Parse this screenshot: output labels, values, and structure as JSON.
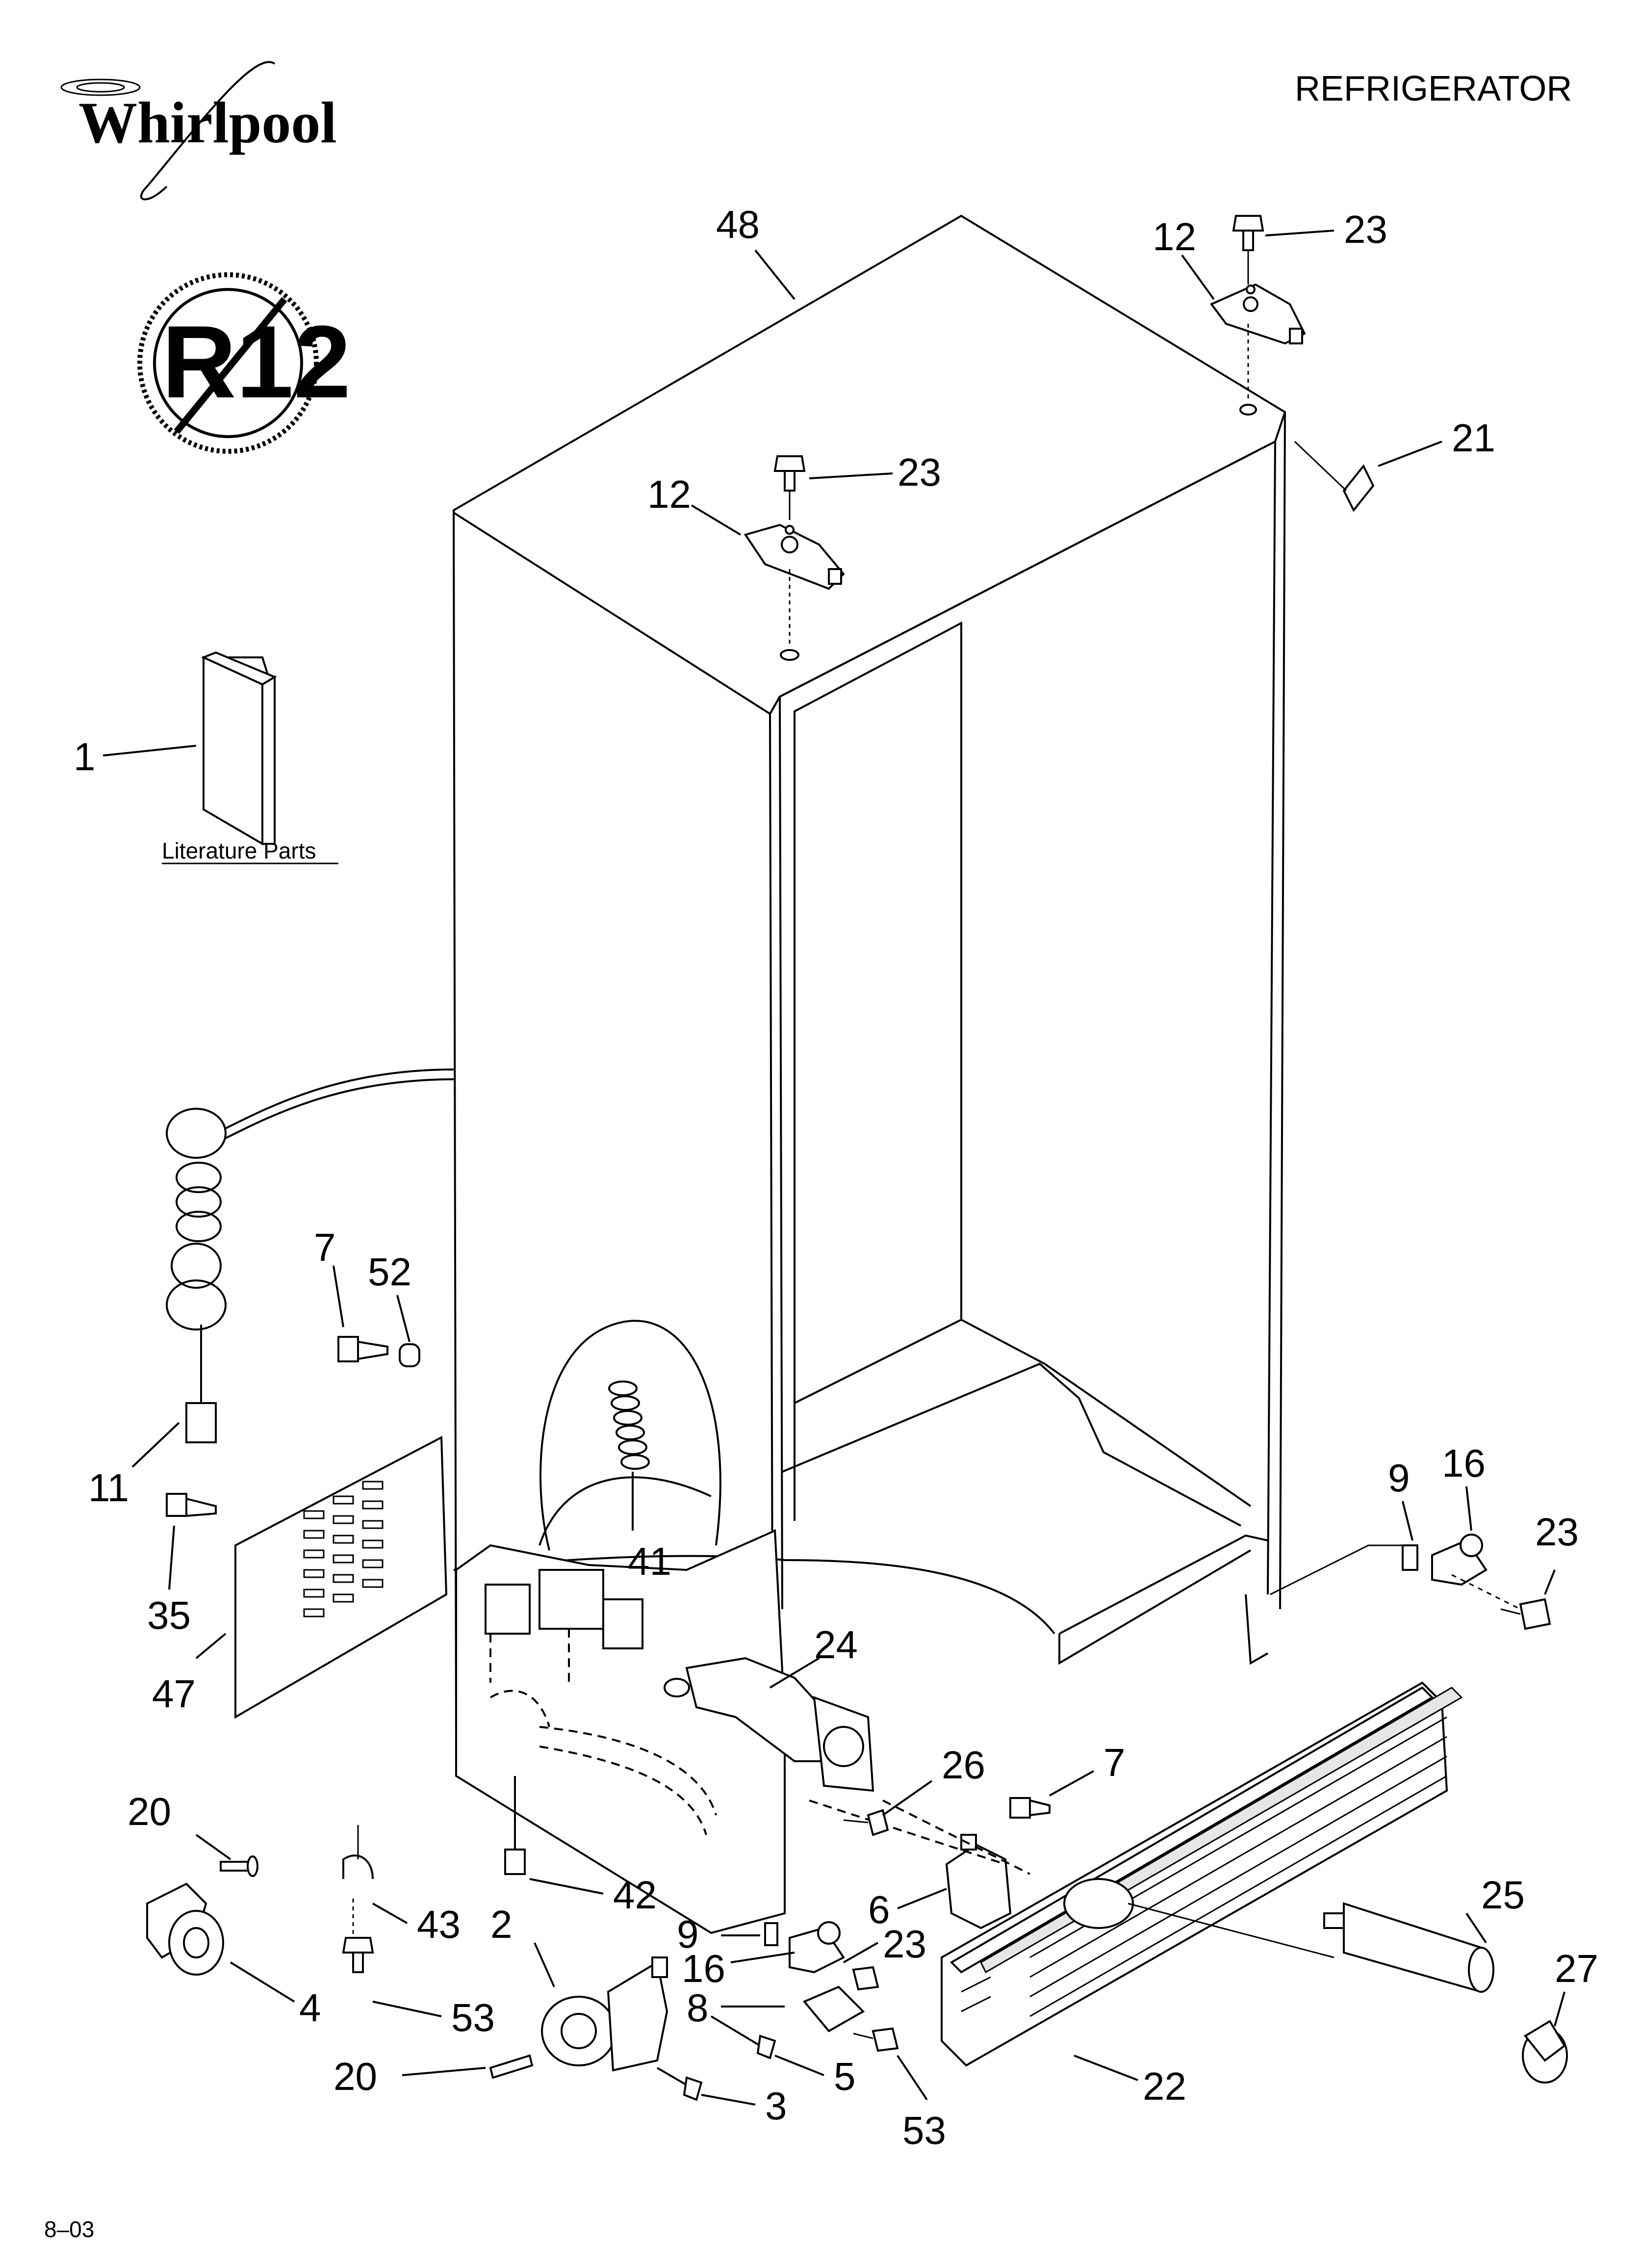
{
  "header": {
    "brand": "Whirlpool",
    "title": "REFRIGERATOR",
    "badge_text": "R12",
    "literature_label": "Literature Parts",
    "footer_code": "8–03"
  },
  "callouts": [
    {
      "id": "c48",
      "text": "48"
    },
    {
      "id": "c12a",
      "text": "12"
    },
    {
      "id": "c23a",
      "text": "23"
    },
    {
      "id": "c21",
      "text": "21"
    },
    {
      "id": "c12b",
      "text": "12"
    },
    {
      "id": "c23b",
      "text": "23"
    },
    {
      "id": "c1",
      "text": "1"
    },
    {
      "id": "c7a",
      "text": "7"
    },
    {
      "id": "c52",
      "text": "52"
    },
    {
      "id": "c11",
      "text": "11"
    },
    {
      "id": "c41",
      "text": "41"
    },
    {
      "id": "c35",
      "text": "35"
    },
    {
      "id": "c47",
      "text": "47"
    },
    {
      "id": "c9a",
      "text": "9"
    },
    {
      "id": "c16a",
      "text": "16"
    },
    {
      "id": "c23c",
      "text": "23"
    },
    {
      "id": "c24",
      "text": "24"
    },
    {
      "id": "c26",
      "text": "26"
    },
    {
      "id": "c7b",
      "text": "7"
    },
    {
      "id": "c20a",
      "text": "20"
    },
    {
      "id": "c42",
      "text": "42"
    },
    {
      "id": "c43",
      "text": "43"
    },
    {
      "id": "c2",
      "text": "2"
    },
    {
      "id": "c9b",
      "text": "9"
    },
    {
      "id": "c6",
      "text": "6"
    },
    {
      "id": "c23d",
      "text": "23"
    },
    {
      "id": "c16b",
      "text": "16"
    },
    {
      "id": "c25",
      "text": "25"
    },
    {
      "id": "c27",
      "text": "27"
    },
    {
      "id": "c4",
      "text": "4"
    },
    {
      "id": "c53a",
      "text": "53"
    },
    {
      "id": "c8",
      "text": "8"
    },
    {
      "id": "c20b",
      "text": "20"
    },
    {
      "id": "c5",
      "text": "5"
    },
    {
      "id": "c3",
      "text": "3"
    },
    {
      "id": "c53b",
      "text": "53"
    },
    {
      "id": "c22",
      "text": "22"
    }
  ]
}
